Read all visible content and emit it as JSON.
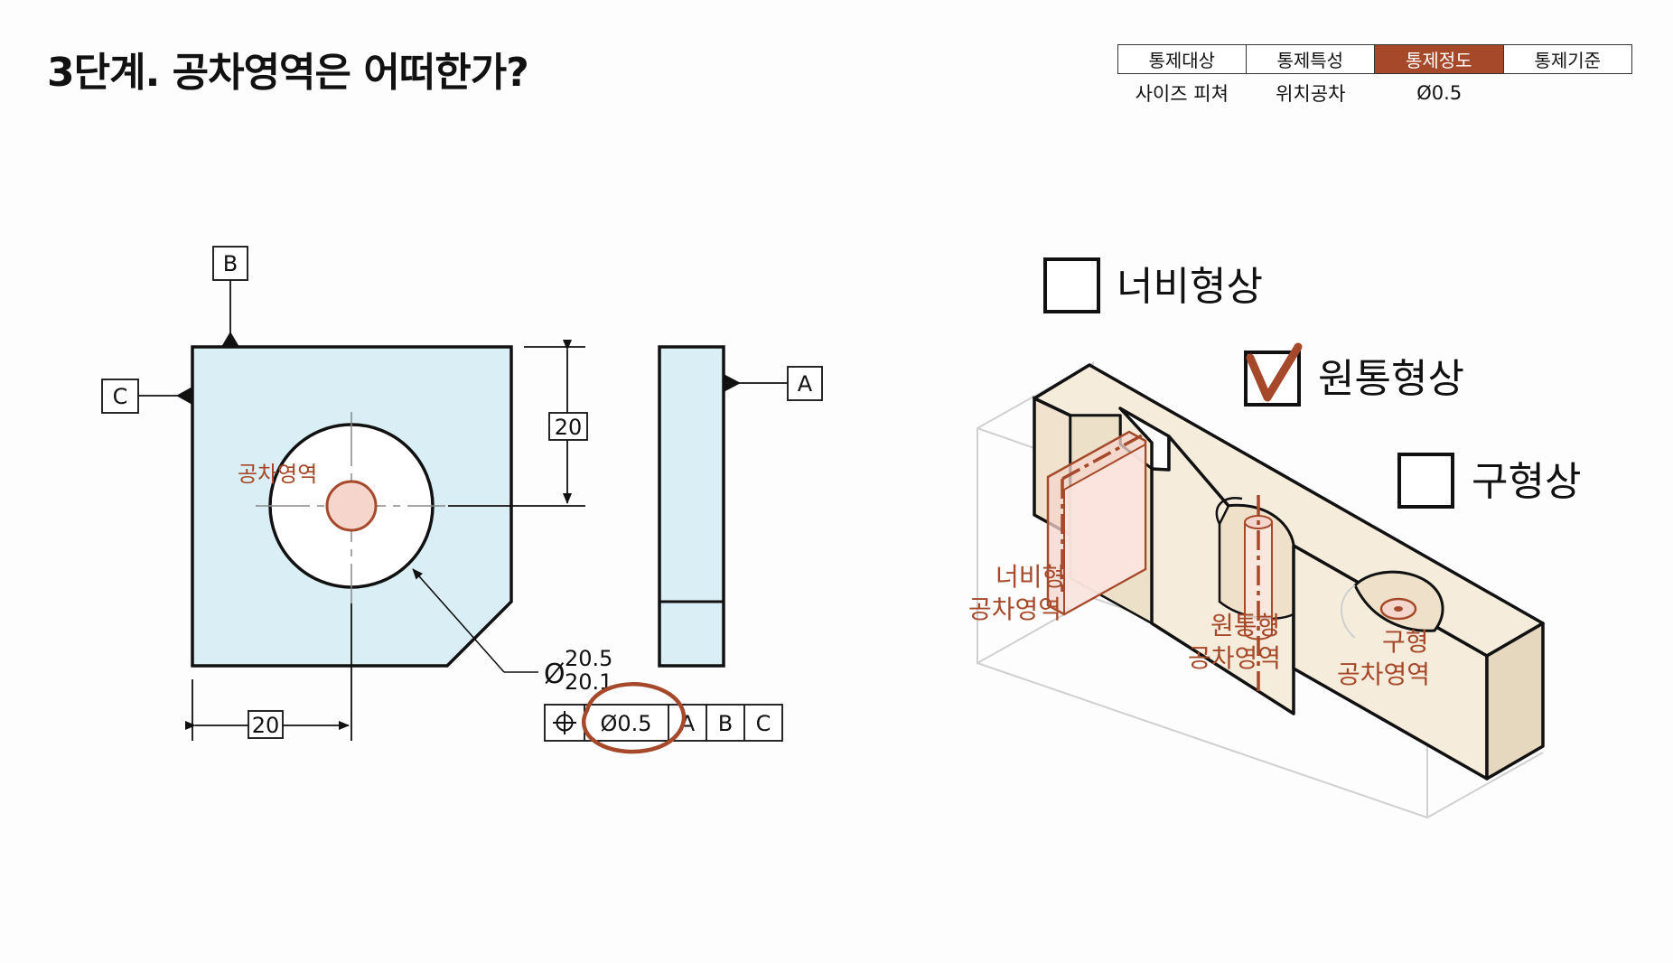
{
  "page": {
    "title": "3단계. 공차영역은 어떠한가?"
  },
  "control_table": {
    "headers": [
      "통제대상",
      "통제특성",
      "통제정도",
      "통제기준"
    ],
    "active_index": 2,
    "values": [
      "사이즈 피쳐",
      "위치공차",
      "Ø0.5",
      ""
    ]
  },
  "drawing": {
    "datum_labels": {
      "a": "A",
      "b": "B",
      "c": "C"
    },
    "dimension_vertical": "20",
    "dimension_horizontal": "20",
    "tolerance_zone_label": "공차영역",
    "diameter_symbol": "Ø",
    "diameter_upper": "20.5",
    "diameter_lower": "20.1",
    "fcf": {
      "tolerance": "Ø0.5",
      "datums": [
        "A",
        "B",
        "C"
      ]
    }
  },
  "zone_options": [
    {
      "label": "너비형상",
      "checked": false
    },
    {
      "label": "원통형상",
      "checked": true
    },
    {
      "label": "구형상",
      "checked": false
    }
  ],
  "iso_labels": {
    "width_line1": "너비형",
    "width_line2": "공차영역",
    "cyl_line1": "원통형",
    "cyl_line2": "공차영역",
    "sph_line1": "구형",
    "sph_line2": "공차영역"
  },
  "colors": {
    "accent": "#a6482a",
    "part_fill": "#d9eff5",
    "iso_fill": "#f6ecdc"
  }
}
